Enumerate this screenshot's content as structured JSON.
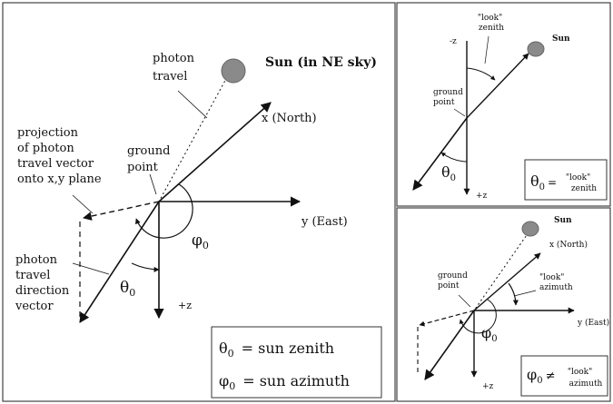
{
  "main": {
    "photon_travel": [
      "photon",
      "travel"
    ],
    "sun": "Sun (in NE sky)",
    "x_axis": "x (North)",
    "y_axis": "y (East)",
    "z_axis": "+z",
    "ground_point": [
      "ground",
      "point"
    ],
    "projection": [
      "projection",
      "of photon",
      "travel vector",
      "onto x,y plane"
    ],
    "direction_vector": [
      "photon",
      "travel",
      "direction",
      "vector"
    ],
    "theta": "θ",
    "theta_sub": "0",
    "phi": "φ",
    "phi_sub": "0",
    "legend": {
      "zenith_symbol": "θ",
      "zenith_sub": "0",
      "zenith_text": "= sun zenith",
      "azimuth_symbol": "φ",
      "azimuth_sub": "0",
      "azimuth_text": "= sun azimuth"
    }
  },
  "top_right": {
    "look_zenith": [
      "\"look\"",
      "zenith"
    ],
    "sun": "Sun",
    "neg_z": "-z",
    "ground_point": [
      "ground",
      "point"
    ],
    "z_axis": "+z",
    "theta": "θ",
    "theta_sub": "0",
    "legend": {
      "symbol": "θ",
      "sub": "0",
      "eq": "=",
      "text": [
        "\"look\"",
        "zenith"
      ]
    }
  },
  "bottom_right": {
    "sun": "Sun",
    "x_axis": "x (North)",
    "ground_point": [
      "ground",
      "point"
    ],
    "look_azimuth": [
      "\"look\"",
      "azimuth"
    ],
    "y_axis": "y (East)",
    "z_axis": "+z",
    "phi": "φ",
    "phi_sub": "0",
    "legend": {
      "symbol": "φ",
      "sub": "0",
      "neq": "≠",
      "text": [
        "\"look\"",
        "azimuth"
      ]
    }
  },
  "colors": {
    "sun_fill": "#8a8a8a",
    "line": "#111111"
  }
}
